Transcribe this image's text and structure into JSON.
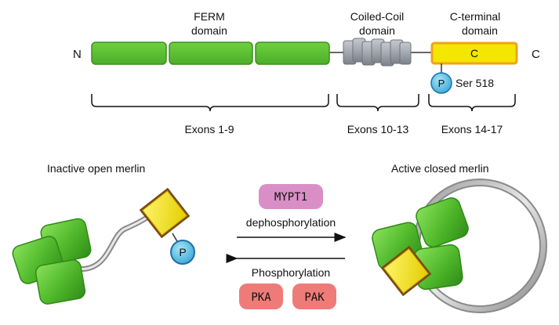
{
  "domains": {
    "ferm_title": [
      "FERM",
      "domain"
    ],
    "coil_title": [
      "Coiled-Coil",
      "domain"
    ],
    "cterm_title": [
      "C-terminal",
      "domain"
    ],
    "cterm_box": "C",
    "n_term": "N",
    "c_term": "C",
    "phospho_site": "Ser 518",
    "p_label": "P"
  },
  "exons": {
    "ferm": "Exons 1-9",
    "coil": "Exons 10-13",
    "cterm": "Exons 14-17"
  },
  "states": {
    "inactive": "Inactive open merlin",
    "active": "Active closed merlin"
  },
  "reactions": {
    "dephos_enzyme": "MYPT1",
    "dephos_label": "dephosphorylation",
    "phos_label": "Phosphorylation",
    "phos_enzymes": [
      "PKA",
      "PAK"
    ]
  },
  "colors": {
    "ferm_green": "#5cc234",
    "ferm_border": "#3f8f22",
    "coil_gray": "#a3a7b0",
    "cterm_yellow": "#f3e600",
    "cterm_orange": "#f0a020",
    "phospho_blue": "#5bc3e8",
    "mypt1_pink": "#d98fc6",
    "kinase_red": "#ee7b78"
  }
}
